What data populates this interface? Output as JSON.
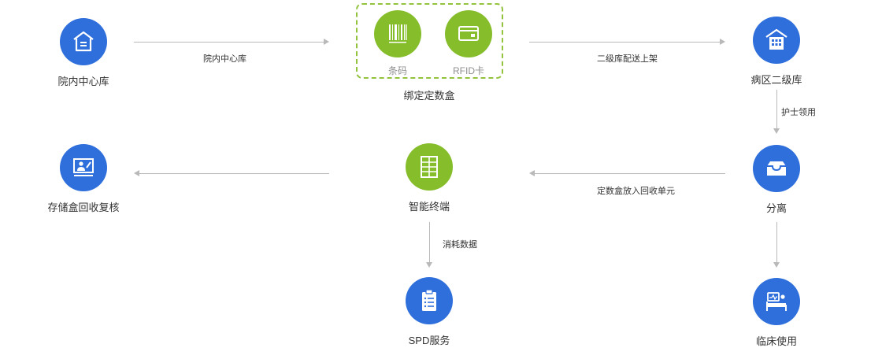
{
  "nodes": {
    "warehouse": "院内中心库",
    "bind_box": "绑定定数盒",
    "barcode": "条码",
    "rfid": "RFID卡",
    "ward_store": "病区二级库",
    "separate": "分离",
    "terminal": "智能终端",
    "recheck": "存储盒回收复核",
    "spd": "SPD服务",
    "bedside": "临床使用"
  },
  "edges": {
    "e1": "院内中心库",
    "e2": "二级库配送上架",
    "e3": "护士领用",
    "e4": "定数盒放入回收单元",
    "e5": "消耗数据"
  },
  "colors": {
    "blue": "#2f6fdc",
    "green": "#86bd2b",
    "line": "#b9b9b9",
    "dash": "#93c23d"
  }
}
